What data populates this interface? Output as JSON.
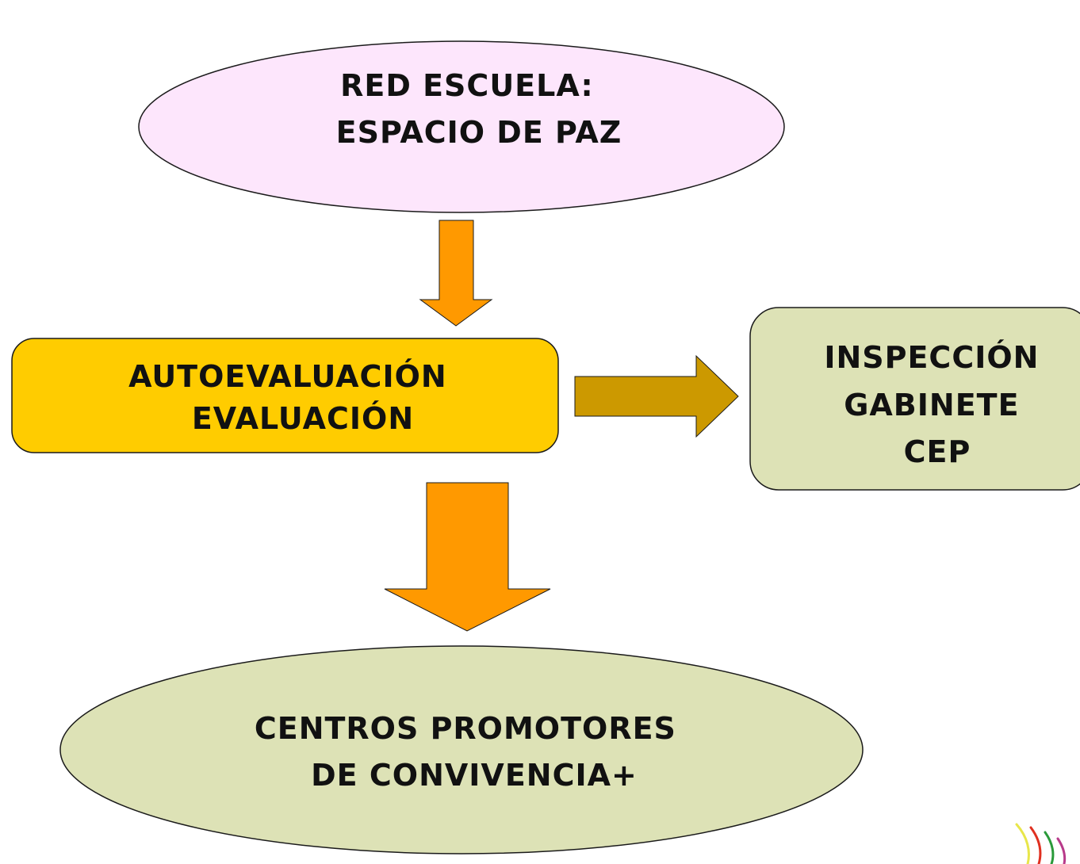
{
  "nodes": {
    "top": {
      "lines": [
        "RED ESCUELA:",
        "ESPACIO DE PAZ"
      ],
      "fill": "#fde6fc"
    },
    "middle": {
      "lines": [
        "AUTOEVALUACIÓN",
        "EVALUACIÓN"
      ],
      "fill": "#ffcc00"
    },
    "side": {
      "lines": [
        "INSPECCIÓN",
        "GABINETE",
        "CEP"
      ],
      "fill": "#dde2b6"
    },
    "bottom": {
      "lines": [
        "CENTROS PROMOTORES",
        "DE CONVIVENCIA+"
      ],
      "fill": "#dde2b6"
    }
  },
  "arrows": {
    "down_fill": "#ff9900",
    "right_fill": "#cc9900"
  },
  "colors": {
    "outline": "#1a1a1a",
    "text": "#111111"
  }
}
